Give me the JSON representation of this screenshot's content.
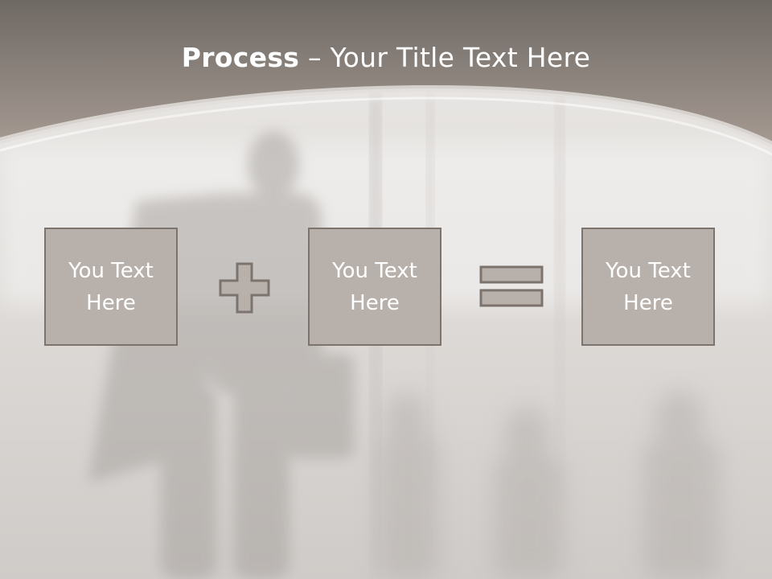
{
  "slide": {
    "title_strong": "Process",
    "title_rest": " – Your Title Text Here",
    "boxes": [
      {
        "text": "You Text Here"
      },
      {
        "text": "You Text Here"
      },
      {
        "text": "You Text Here"
      }
    ],
    "operators": [
      "plus-icon",
      "equals-icon"
    ]
  },
  "colors": {
    "header": "#8f8680",
    "box_fill": "#b8b1ab",
    "box_border": "#7d736d",
    "text": "#ffffff"
  }
}
